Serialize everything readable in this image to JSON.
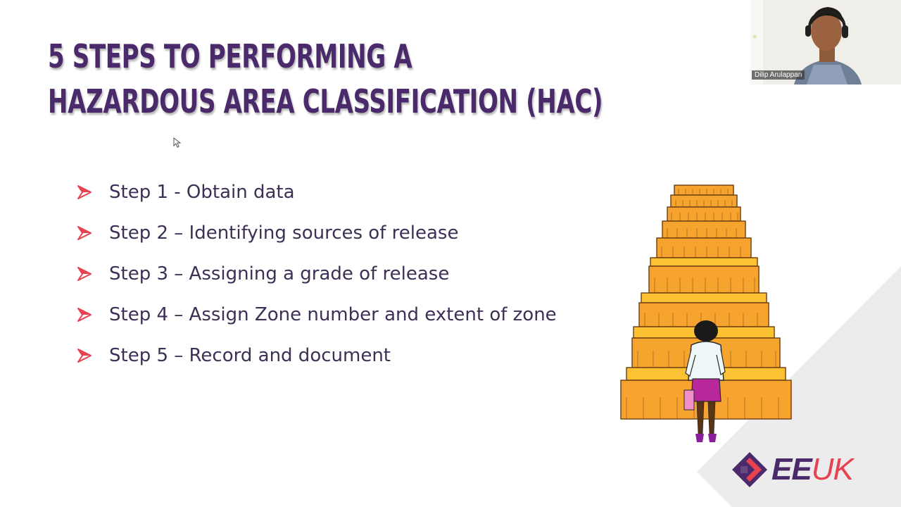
{
  "slide": {
    "title_lines": [
      "5 Steps to Performing a",
      "Hazardous Area Classification (HAC)"
    ],
    "steps": [
      "Step 1 - Obtain data",
      "Step 2 – Identifying sources of release",
      "Step 3 – Assigning a grade of release",
      "Step 4 – Assign Zone number and extent of zone",
      "Step 5 – Record and document"
    ],
    "logo": {
      "primary": "EE",
      "secondary": "UK"
    }
  },
  "webcam": {
    "participant_name": "Dilip Arulappan"
  },
  "colors": {
    "title": "#4a2a6b",
    "bullet": "#e8414f",
    "step_text": "#3d2f55",
    "stairs": "#f7a330",
    "logo_primary": "#4a2a6b",
    "logo_accent": "#e8414f"
  }
}
